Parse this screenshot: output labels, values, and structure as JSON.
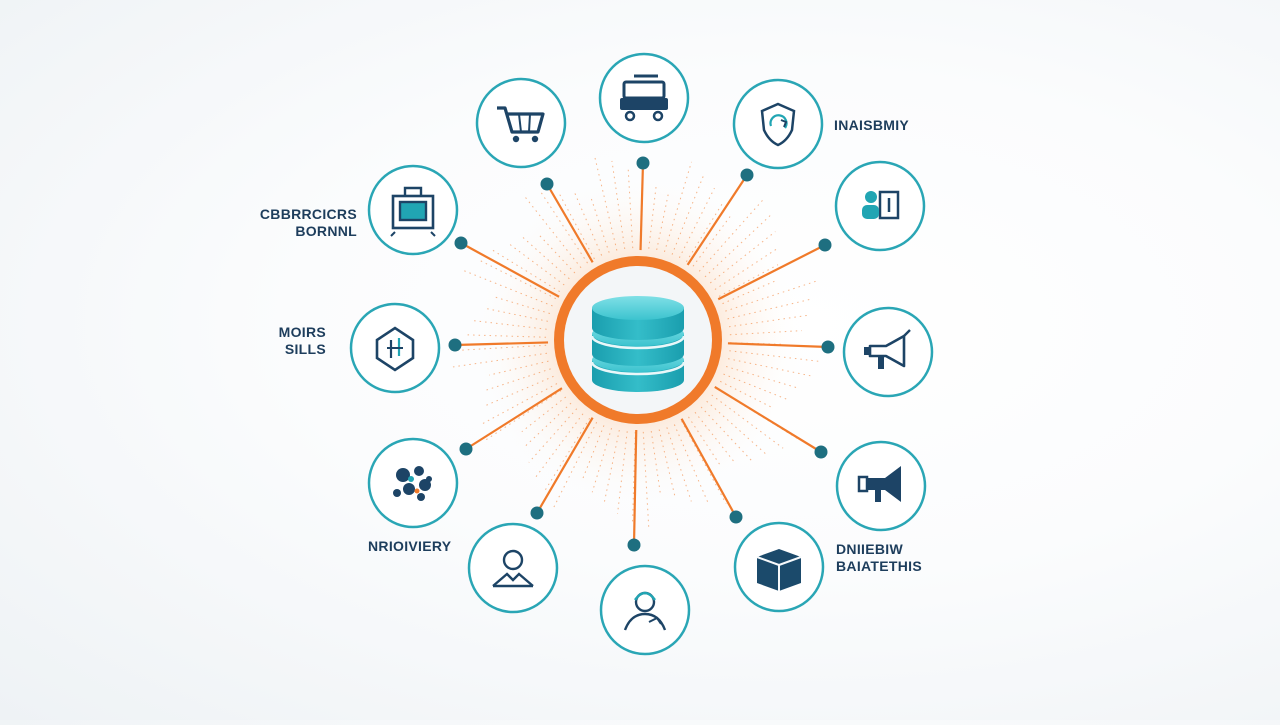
{
  "colors": {
    "accent": "#f07a2a",
    "teal": "#1ba3b0",
    "navy": "#1d4466",
    "ring": "#2aa6b5"
  },
  "hub": {
    "icon": "database-icon"
  },
  "nodes": [
    {
      "icon": "shopping-cart-icon",
      "label_lines": []
    },
    {
      "icon": "cash-register-icon",
      "label_lines": []
    },
    {
      "icon": "shield-refresh-icon",
      "label_lines": [
        "INAISBMIY"
      ]
    },
    {
      "icon": "person-document-icon",
      "label_lines": []
    },
    {
      "icon": "megaphone-icon",
      "label_lines": []
    },
    {
      "icon": "bullhorn-icon",
      "label_lines": []
    },
    {
      "icon": "package-box-icon",
      "label_lines": [
        "DNIIEBIW",
        "BAIATETHIS"
      ]
    },
    {
      "icon": "support-agent-icon",
      "label_lines": []
    },
    {
      "icon": "user-profile-icon",
      "label_lines": []
    },
    {
      "icon": "scatter-blobs-icon",
      "label_lines": [
        "NRIOIVIERY"
      ]
    },
    {
      "icon": "shield-badge-icon",
      "label_lines": [
        "MOIRS",
        "SILLS"
      ]
    },
    {
      "icon": "storefront-box-icon",
      "label_lines": [
        "CBBRRCICRS",
        "BORNNL"
      ]
    }
  ]
}
